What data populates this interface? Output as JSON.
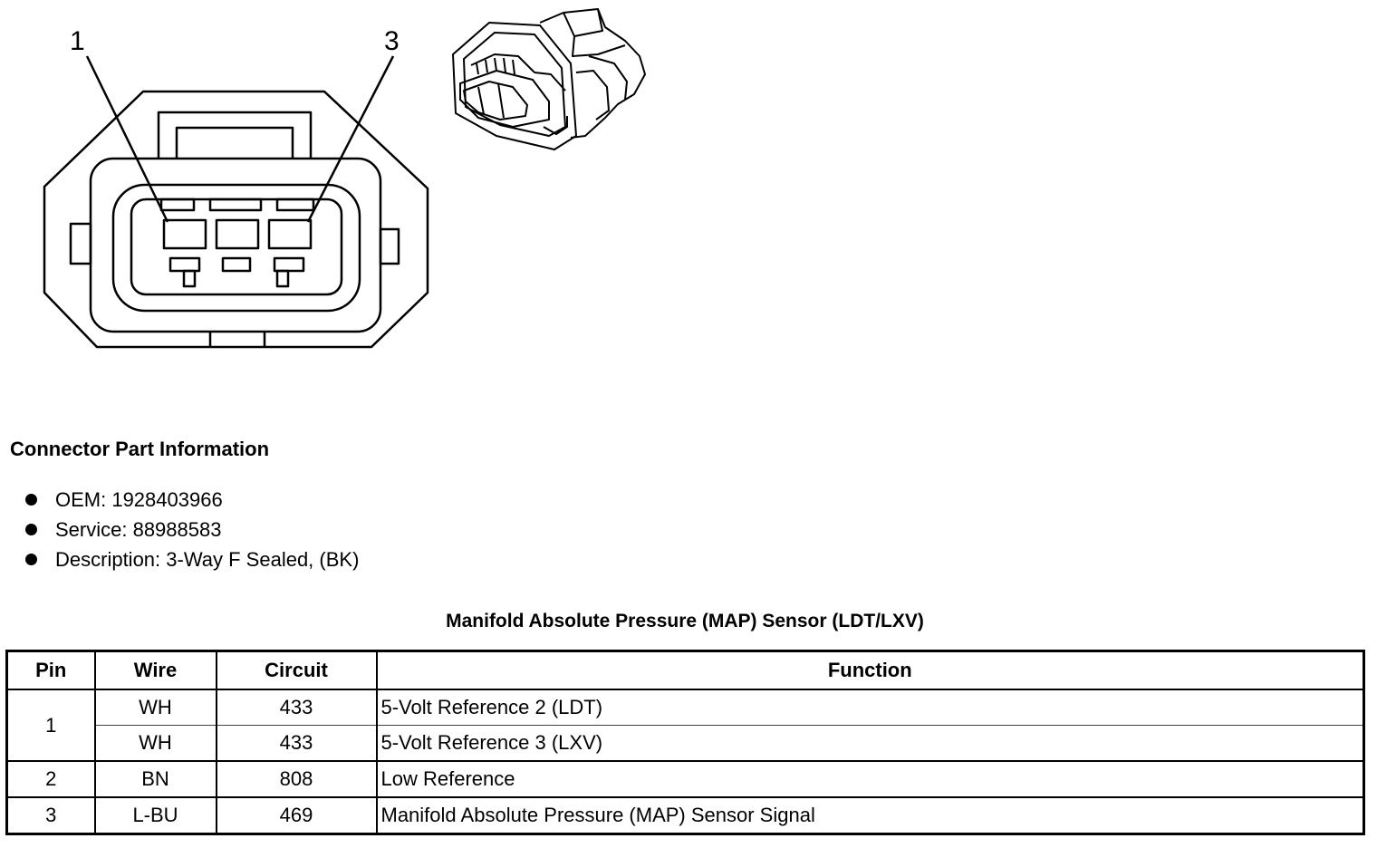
{
  "diagram": {
    "pin_callouts": [
      "1",
      "3"
    ]
  },
  "connector_info": {
    "heading": "Connector Part Information",
    "items": [
      "OEM: 1928403966",
      "Service: 88988583",
      "Description: 3-Way F Sealed, (BK)"
    ]
  },
  "pin_table": {
    "title": "Manifold Absolute Pressure (MAP) Sensor (LDT/LXV)",
    "headers": [
      "Pin",
      "Wire",
      "Circuit",
      "Function"
    ],
    "rows": [
      {
        "pin": "1",
        "wire": "WH",
        "circuit": "433",
        "function": "5-Volt Reference 2 (LDT)"
      },
      {
        "pin": "",
        "wire": "WH",
        "circuit": "433",
        "function": "5-Volt Reference 3 (LXV)"
      },
      {
        "pin": "2",
        "wire": "BN",
        "circuit": "808",
        "function": "Low Reference"
      },
      {
        "pin": "3",
        "wire": "L-BU",
        "circuit": "469",
        "function": "Manifold Absolute Pressure (MAP) Sensor Signal"
      }
    ]
  }
}
